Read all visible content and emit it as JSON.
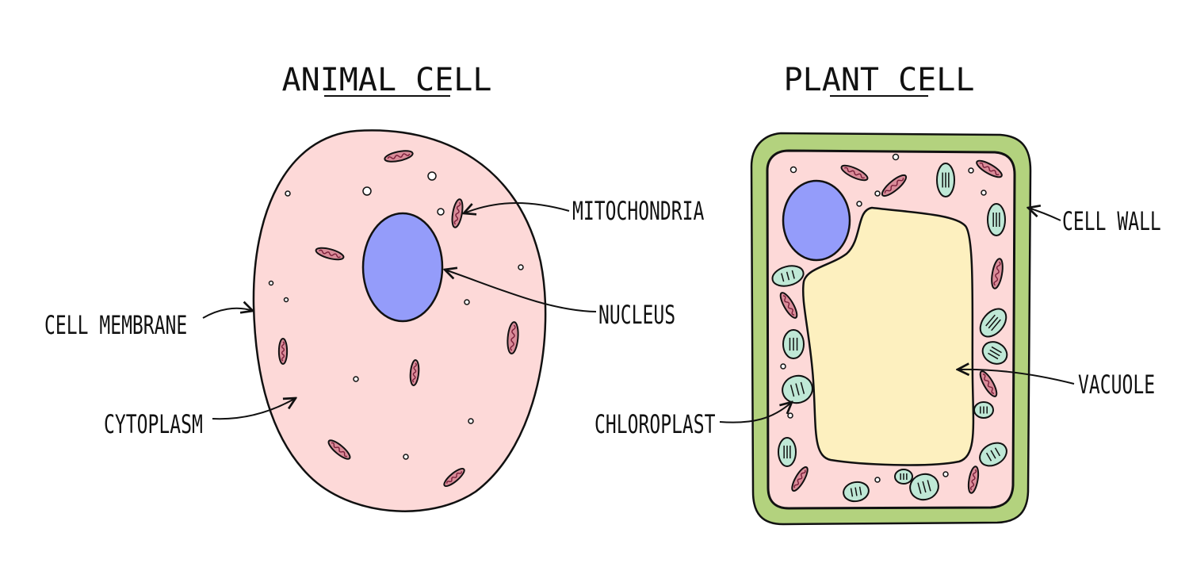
{
  "titles": {
    "animal": "ANIMAL CELL",
    "plant": "PLANT CELL"
  },
  "labels": {
    "mitochondria": "MITOCHONDRIA",
    "nucleus": "NUCLEUS",
    "cell_membrane": "CELL MEMBRANE",
    "cytoplasm": "CYTOPLASM",
    "cell_wall": "CELL WALL",
    "vacuole": "VACUOLE",
    "chloroplast": "CHLOROPLAST"
  },
  "colors": {
    "cytoplasm": "#fdd9d8",
    "nucleus": "#949cfa",
    "mitochondria": "#d98c99",
    "mito_inner": "#7a1f3a",
    "chloroplast": "#bfe8d6",
    "cell_wall": "#b3d27e",
    "vacuole": "#fdf0bf",
    "outline": "#111111"
  },
  "icons": [
    "animal-cell-drawing",
    "plant-cell-drawing",
    "mitochondrion-icon",
    "chloroplast-icon",
    "arrow-icon"
  ]
}
